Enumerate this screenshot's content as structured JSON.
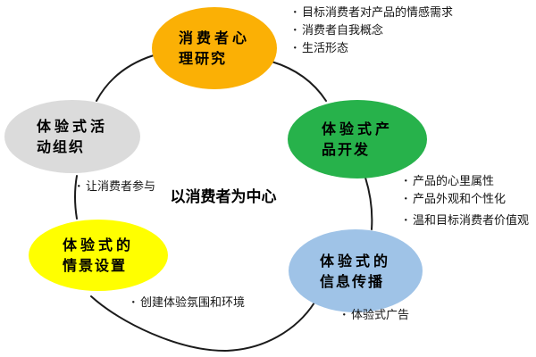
{
  "ui": {
    "bullet": "·"
  },
  "center": {
    "label": "以消费者为中心"
  },
  "nodes": {
    "psych": {
      "label": "消费者心理研究",
      "line1": "消费者心",
      "line2": "理研究",
      "color": "#FBB005"
    },
    "product": {
      "label": "体验式产品开发",
      "line1": "体验式产",
      "line2": "品开发",
      "color": "#27B24B"
    },
    "info": {
      "label": "体验式的信息传播",
      "line1": "体验式的",
      "line2": "信息传播",
      "color": "#9FC3E7"
    },
    "scene": {
      "label": "体验式的情景设置",
      "line1": "体验式的",
      "line2": "情景设置",
      "color": "#FFFF00"
    },
    "activity": {
      "label": "体验式活动组织",
      "line1": "体验式活",
      "line2": "动组织",
      "color": "#DBDBDB"
    }
  },
  "notes": {
    "psych": {
      "items": [
        "目标消费者对产品的情感需求",
        "消费者自我概念",
        "生活形态"
      ]
    },
    "product": {
      "items": [
        "产品的心里属性",
        "产品外观和个性化",
        "温和目标消费者价值观"
      ]
    },
    "activity": {
      "items": [
        "让消费者参与"
      ]
    },
    "scene": {
      "items": [
        "创建体验氛围和环境"
      ]
    },
    "info": {
      "items": [
        "体验式广告"
      ]
    }
  }
}
